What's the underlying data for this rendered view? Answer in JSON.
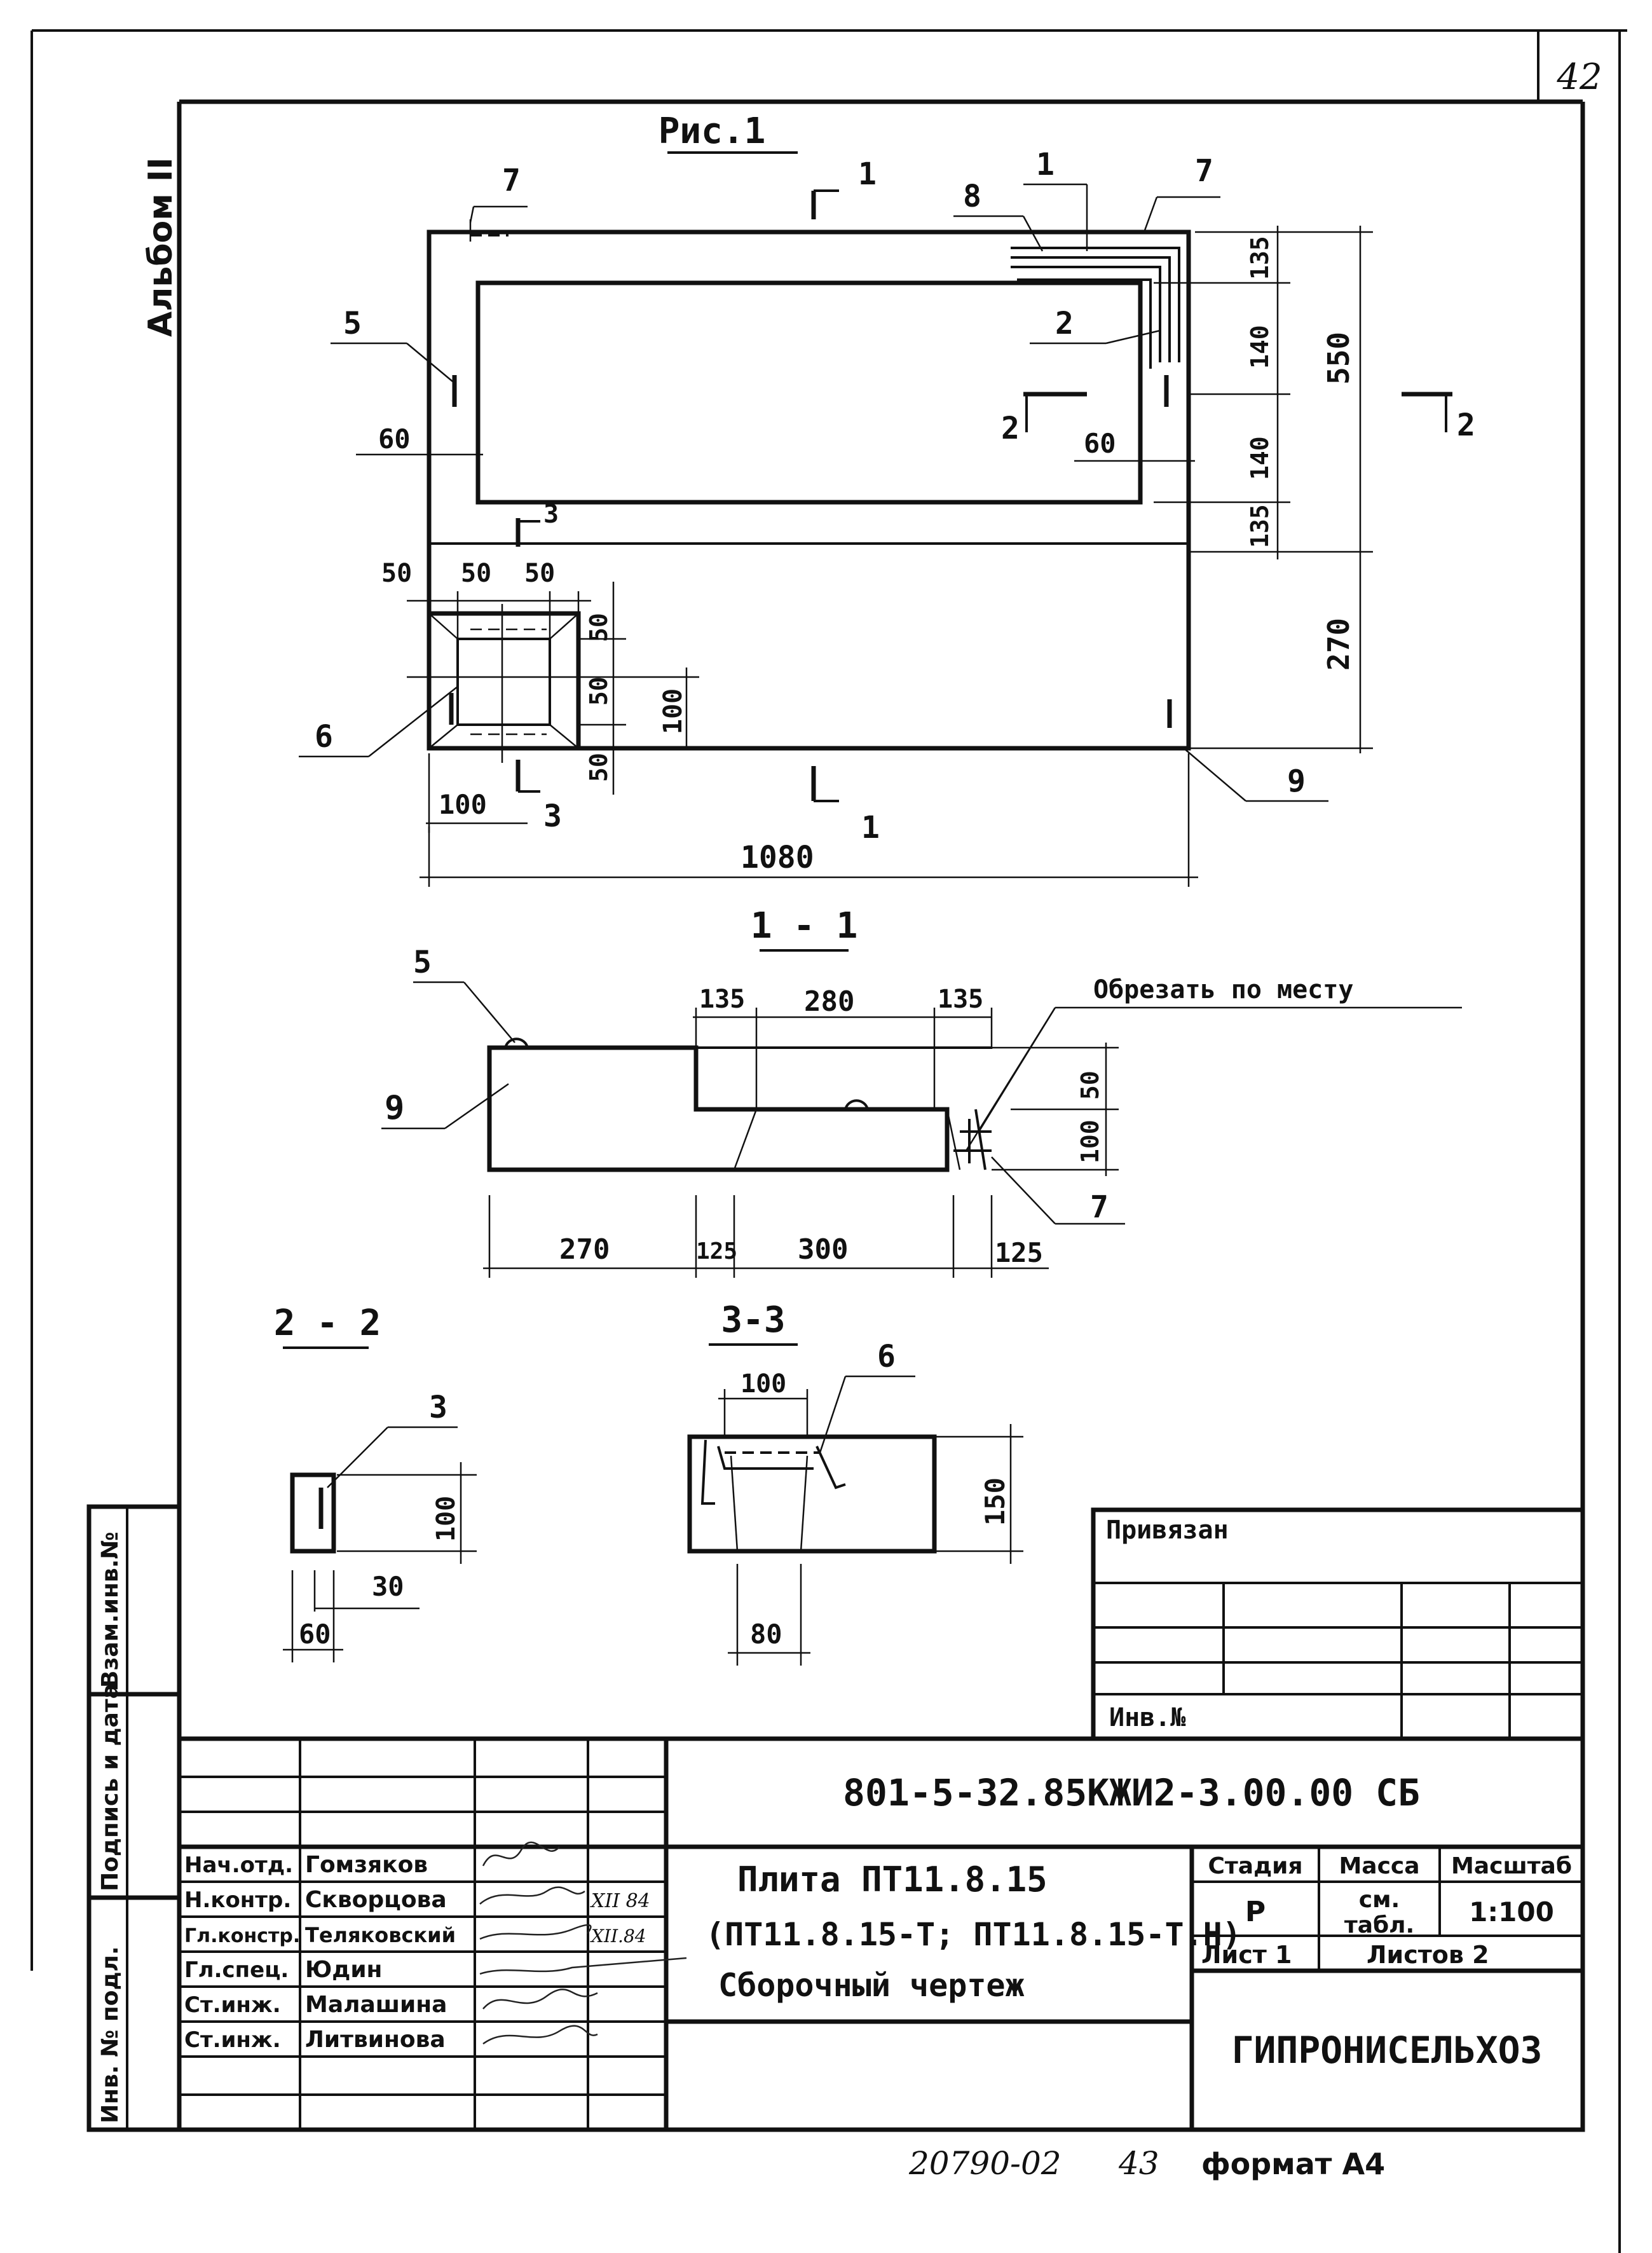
{
  "sheet_number": "42",
  "album": "Альбом II",
  "figure": {
    "title": "Рис.1",
    "section_marks": [
      "1",
      "1",
      "2",
      "2",
      "3",
      "3"
    ],
    "callouts": [
      "7",
      "1",
      "7",
      "8",
      "2",
      "5",
      "6",
      "9"
    ],
    "plan_dims": {
      "w_left": "60",
      "w_right": "60",
      "v_135_top": "135",
      "v_140_a": "140",
      "v_140_b": "140",
      "v_135_bot": "135",
      "v_550": "550",
      "v_270": "270",
      "sq_50a": "50",
      "sq_50b": "50",
      "sq_50c": "50",
      "sq_v50a": "50",
      "sq_v50b": "50",
      "sq_v50c": "50",
      "sq_v100": "100",
      "sq_h100": "100",
      "total": "1080"
    }
  },
  "section_1_1": {
    "title": "1 - 1",
    "note": "Обрезать по месту",
    "callouts": [
      "5",
      "9",
      "7"
    ],
    "dims": {
      "d135a": "135",
      "d280": "280",
      "d135b": "135",
      "d50": "50",
      "d100": "100",
      "d270": "270",
      "d125a": "125",
      "d300": "300",
      "d125b": "125"
    }
  },
  "section_2_2": {
    "title": "2 - 2",
    "callout": "3",
    "dims": {
      "d100": "100",
      "d30": "30",
      "d60": "60"
    }
  },
  "section_3_3": {
    "title": "3-3",
    "callout": "6",
    "dims": {
      "d100": "100",
      "d150": "150",
      "d80": "80"
    }
  },
  "side_stamp": {
    "vzam": "Взам.инв.№",
    "podpis": "Подпись и дата",
    "inv": "Инв. № подл."
  },
  "binding_block": {
    "title": "Привязан",
    "inv": "Инв.№"
  },
  "title_block": {
    "doc_code": "801-5-32.85КЖИ2-3.00.00 СБ",
    "staff": [
      {
        "role": "Нач.отд.",
        "name": "Гомзяков",
        "date": ""
      },
      {
        "role": "Н.контр.",
        "name": "Скворцова",
        "date": "XII 84"
      },
      {
        "role": "Гл.констр.",
        "name": "Теляковский",
        "date": "XII.84"
      },
      {
        "role": "Гл.спец.",
        "name": "Юдин",
        "date": ""
      },
      {
        "role": "Ст.инж.",
        "name": "Малашина",
        "date": ""
      },
      {
        "role": "Ст.инж.",
        "name": "Литвинова",
        "date": ""
      }
    ],
    "name_line1": "Плита ПТ11.8.15",
    "name_line2": "(ПТ11.8.15-Т; ПТ11.8.15-Т.Н)",
    "name_line3": "Сборочный чертеж",
    "stage_label": "Стадия",
    "mass_label": "Масса",
    "scale_label": "Масштаб",
    "stage_value": "Р",
    "mass_value_1": "см.",
    "mass_value_2": "табл.",
    "scale_value": "1:100",
    "sheet_label": "Лист 1",
    "sheets_label": "Листов 2",
    "org": "ГИПРОНИСЕЛЬХОЗ"
  },
  "footer": {
    "number": "20790-02",
    "page": "43",
    "format": "формат А4"
  }
}
